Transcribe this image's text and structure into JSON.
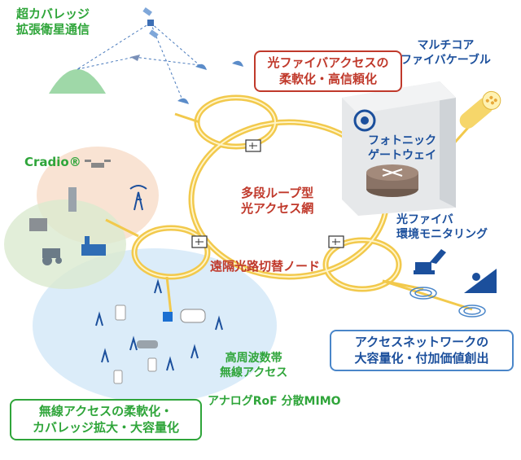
{
  "satellite": {
    "title_line1": "超カバレッジ",
    "title_line2": "拡張衛星通信"
  },
  "callout_fiber": {
    "line1": "光ファイバアクセスの",
    "line2": "柔軟化・高信頼化"
  },
  "multicore": {
    "line1": "マルチコア",
    "line2": "ファイバケーブル"
  },
  "gateway": {
    "line1": "フォトニック",
    "line2": "ゲートウェイ"
  },
  "cradio": {
    "label": "Cradio®"
  },
  "center": {
    "line1": "多段ループ型",
    "line2": "光アクセス網"
  },
  "env": {
    "line1": "光ファイバ",
    "line2": "環境モニタリング"
  },
  "switch_node": {
    "label": "遠隔光路切替ノード"
  },
  "access_net": {
    "line1": "アクセスネットワークの",
    "line2": "大容量化・付加価値創出"
  },
  "radio_tech": {
    "line1": "高周波数帯",
    "line2": "無線アクセス",
    "line3": "アナログRoF  分散MIMO"
  },
  "wireless_box": {
    "line1": "無線アクセスの柔軟化・",
    "line2": "カバレッジ拡大・大容量化"
  },
  "colors": {
    "ring": "#f2c94c",
    "green": "#2fa53a",
    "blue": "#1b4f9c",
    "red": "#c0392b"
  }
}
